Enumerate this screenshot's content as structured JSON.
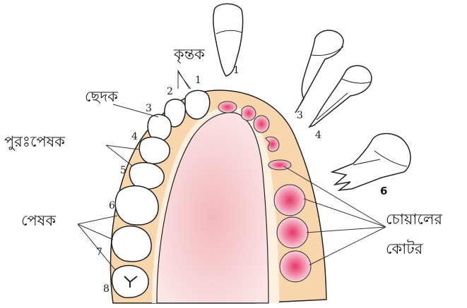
{
  "labels": {
    "incisor": "কৃন্তক",
    "canine": "ছেদক",
    "premolar": "পুরঃপেষক",
    "molar": "পেষক",
    "socket_line1": "চোয়ালের",
    "socket_line2": "কোটর"
  },
  "tooth_numbers": {
    "n1": "1",
    "n2": "2",
    "n3": "3",
    "n4": "4",
    "n5": "5",
    "n6": "6",
    "n7": "7",
    "n8": "8"
  },
  "side_numbers": {
    "s1": "1",
    "s3": "3",
    "s4": "4",
    "s6": "6"
  },
  "colors": {
    "gum": "#f9d6ad",
    "jaw": "#fdf0e0",
    "socket": "#e8356a",
    "palate": "#f7d0d0"
  }
}
